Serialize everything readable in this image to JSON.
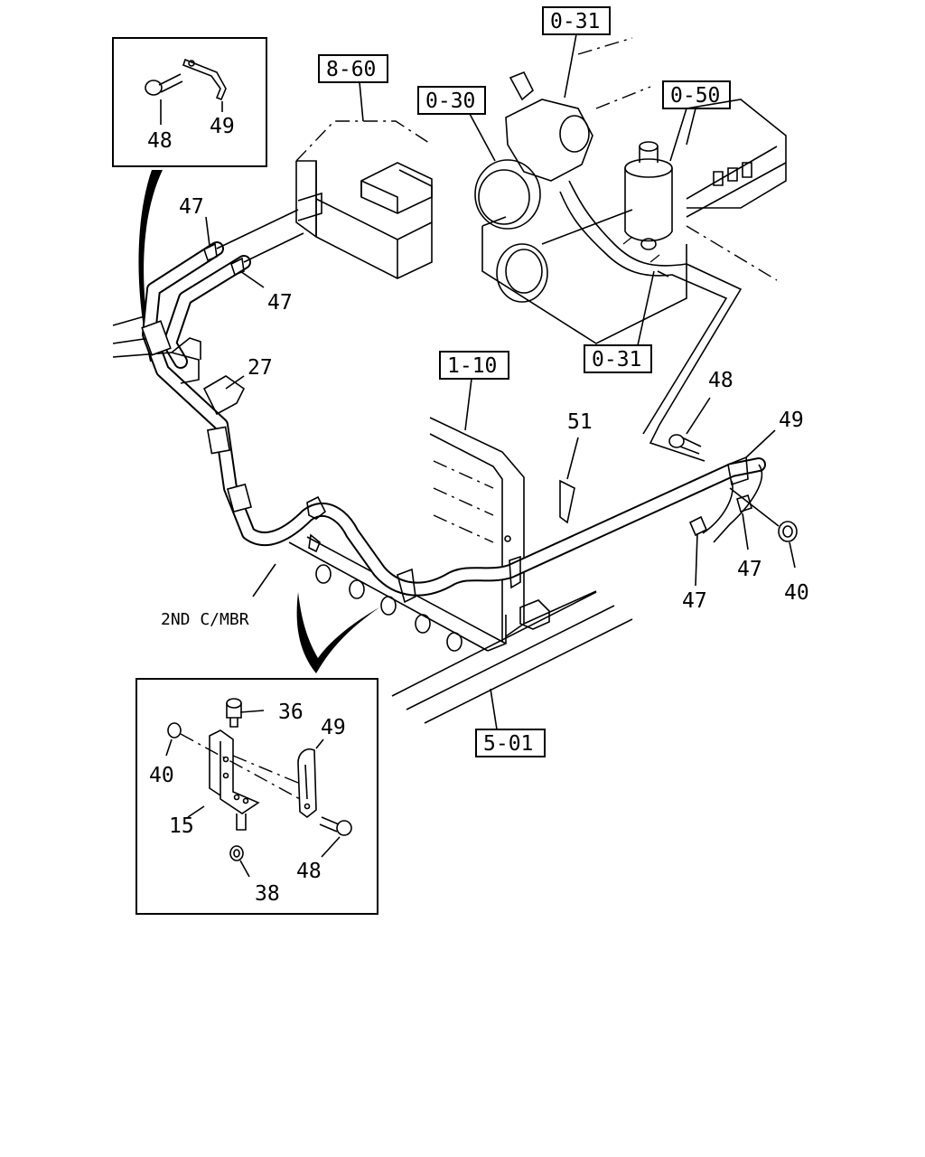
{
  "reference_boxes": [
    {
      "id": "ref-0-31-top",
      "text": "0-31"
    },
    {
      "id": "ref-0-30",
      "text": "0-30"
    },
    {
      "id": "ref-0-50",
      "text": "0-50"
    },
    {
      "id": "ref-8-60",
      "text": "8-60"
    },
    {
      "id": "ref-0-31-bottom",
      "text": "0-31"
    },
    {
      "id": "ref-1-10",
      "text": "1-10"
    },
    {
      "id": "ref-5-01",
      "text": "5-01"
    }
  ],
  "callouts": {
    "inset_top": {
      "bolt": "48",
      "clip": "49"
    },
    "hose_clip_upper": "47",
    "hose_clip_lower": "47",
    "pipe_sleeve": "27",
    "bracket_bolt_right": "48",
    "clip_right": "49",
    "clip_cover": "51",
    "clip_right_a": "47",
    "clip_right_b": "47",
    "nut_right": "40",
    "inset_bottom": {
      "bolt": "36",
      "clip": "49",
      "nut_a": "40",
      "bracket": "15",
      "bolt_b": "48",
      "nut_b": "38"
    }
  },
  "notes": {
    "crossmember": "2ND C/MBR"
  }
}
